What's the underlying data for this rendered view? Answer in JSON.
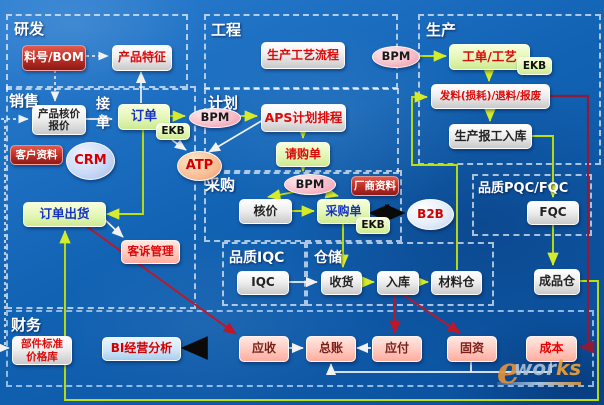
{
  "sections": {
    "rd": "研发",
    "sales": "销售",
    "engineering": "工程",
    "planning": "计划",
    "production": "生产",
    "purchasing": "采购",
    "quality_iqc": "品质IQC",
    "warehouse": "仓储",
    "quality_pqc": "品质PQC/FQC",
    "finance": "财务"
  },
  "nodes": {
    "bom": "料号/BOM",
    "product_features": "产品特征",
    "quote_line1": "产品核价",
    "quote_line2": "报价",
    "accept_order": "接单",
    "order": "订单",
    "ekb": "EKB",
    "customer_data": "客户资料",
    "crm": "CRM",
    "order_shipment": "订单出货",
    "complaint_mgmt": "客诉管理",
    "process_flow": "生产工艺流程",
    "bpm": "BPM",
    "aps": "APS计划排程",
    "atp": "ATP",
    "purchase_request": "请购单",
    "vendor_data": "厂商资料",
    "price_check": "核价",
    "purchase_order": "采购单",
    "b2b": "B2B",
    "work_order": "工单/工艺",
    "material_issue": "发料(损耗)/退料/报废",
    "production_report": "生产报工入库",
    "iqc": "IQC",
    "receiving": "收货",
    "stock_in": "入库",
    "material_warehouse": "材料仓",
    "fqc": "FQC",
    "finished_warehouse": "成品仓",
    "std_price_line1": "部件标准",
    "std_price_line2": "价格库",
    "bi_analysis": "BI经营分析",
    "receivables": "应收",
    "general_ledger": "总账",
    "payables": "应付",
    "fixed_assets": "固资",
    "cost": "成本"
  },
  "watermark": {
    "e": "e",
    "part1": "wor",
    "part2": "ks"
  },
  "colors": {
    "background_blue": "#1263b4",
    "box_green": "#e6f7ba",
    "box_red": "#c03028",
    "box_gray": "#efefef",
    "box_pink": "#ffc9be",
    "box_lightblue": "#cfe6f9",
    "line_green": "#c2e400",
    "line_white": "#f2f2f2",
    "line_red": "#c01628",
    "line_crimson": "#8f1b38",
    "text_red": "#dd0a0a",
    "text_blue": "#1633c4"
  }
}
